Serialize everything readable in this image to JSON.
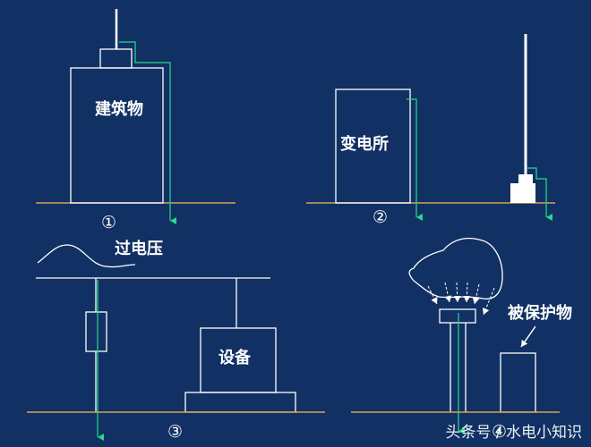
{
  "labels": {
    "building": "建筑物",
    "substation": "变电所",
    "overvoltage": "过电压",
    "equipment": "设备",
    "protected": "被保护物"
  },
  "numbers": {
    "n1": "①",
    "n2": "②",
    "n3": "③",
    "n4": "④"
  },
  "watermark": "头条号 / 水电小知识",
  "colors": {
    "background": "#113063",
    "outline": "#ffffff",
    "ground": "#d4a259",
    "current": "#22dd88"
  }
}
